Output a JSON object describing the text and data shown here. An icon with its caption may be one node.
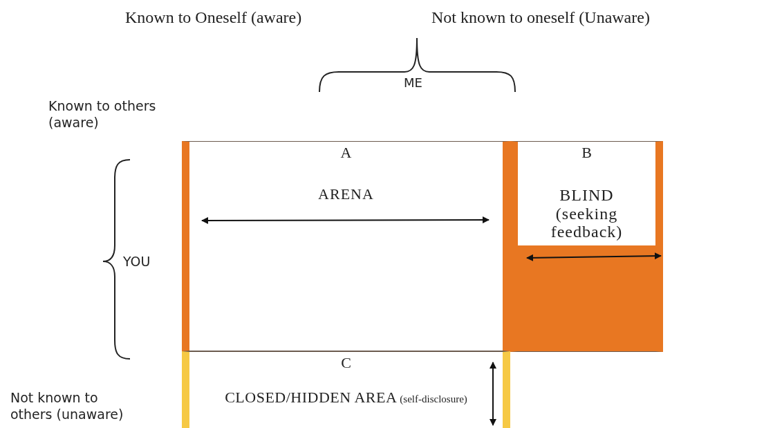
{
  "diagram": {
    "nodes": [
      {
        "text": [
          "A",
          "ARENA"
        ]
      },
      {
        "text": [
          "B",
          "BLIND (seeking feedback)"
        ]
      },
      {
        "text": [
          "C",
          "CLOSED/HIDDEN AREA",
          "(self-disclosure)"
        ]
      }
    ],
    "labels": [
      "Known to Oneself (aware)",
      "Not known to oneself (Unaware)",
      "ME",
      "Known to others (aware)",
      "YOU",
      "Not known to others (unaware)"
    ]
  }
}
